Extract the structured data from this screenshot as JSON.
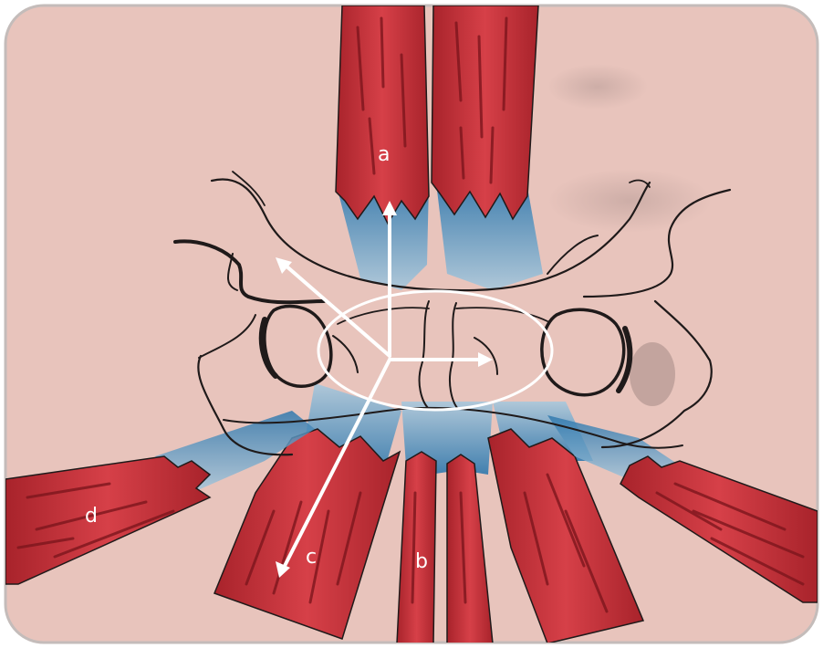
{
  "labels": {
    "a": "a",
    "b": "b",
    "c": "c",
    "d": "d"
  },
  "colors": {
    "paper": "#e8c4bc",
    "frame_border": "#b9b2b0",
    "muscle_red": "#c8343a",
    "muscle_dark": "#8f1d24",
    "tendon_blue": "#3d86b8",
    "tendon_light": "#9fc3dc",
    "pencil": "#1f1a1a",
    "arrow": "#ffffff"
  }
}
